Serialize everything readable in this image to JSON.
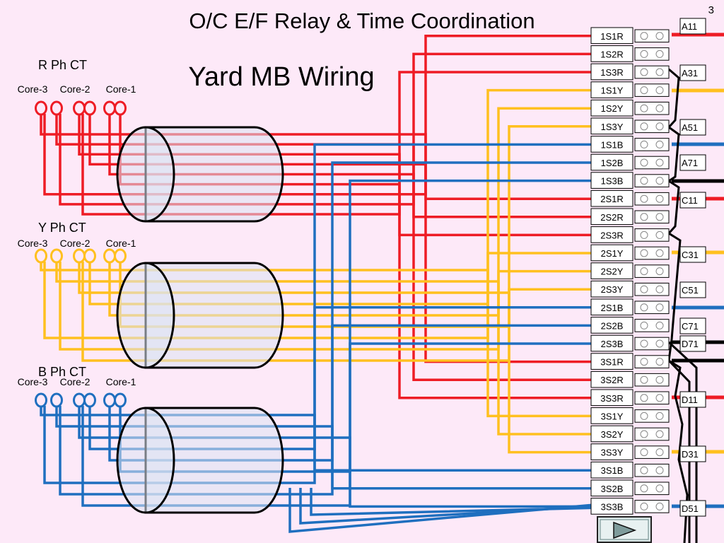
{
  "slide": {
    "title": "O/C E/F Relay & Time Coordination",
    "subtitle": "Yard MB Wiring",
    "page_number": "3"
  },
  "colors": {
    "background": "#fde9f8",
    "R": "#ee1c25",
    "Y": "#ffc01f",
    "B": "#1f6fbf",
    "N": "#000000",
    "cable_fill": "#dde3f3"
  },
  "ct_groups": [
    {
      "phase": "R",
      "label": "R Ph CT",
      "cores": [
        "Core-3",
        "Core-2",
        "Core-1"
      ]
    },
    {
      "phase": "Y",
      "label": "Y Ph CT",
      "cores": [
        "Core-3",
        "Core-2",
        "Core-1"
      ]
    },
    {
      "phase": "B",
      "label": "B Ph CT",
      "cores": [
        "Core-3",
        "Core-2",
        "Core-1"
      ]
    }
  ],
  "terminals": [
    "1S1R",
    "1S2R",
    "1S3R",
    "1S1Y",
    "1S2Y",
    "1S3Y",
    "1S1B",
    "1S2B",
    "1S3B",
    "2S1R",
    "2S2R",
    "2S3R",
    "2S1Y",
    "2S2Y",
    "2S3Y",
    "2S1B",
    "2S2B",
    "2S3B",
    "3S1R",
    "3S2R",
    "3S3R",
    "3S1Y",
    "3S2Y",
    "3S3Y",
    "3S1B",
    "3S2B",
    "3S3B"
  ],
  "relay_labels": [
    {
      "text": "A11",
      "phase": "R"
    },
    {
      "text": "A31",
      "phase": "Y"
    },
    {
      "text": "A51",
      "phase": "B"
    },
    {
      "text": "A71",
      "phase": "N"
    },
    {
      "text": "C11",
      "phase": "R"
    },
    {
      "text": "C31",
      "phase": "Y"
    },
    {
      "text": "C51",
      "phase": "B"
    },
    {
      "text": "C71",
      "phase": "N"
    },
    {
      "text": "D71",
      "phase": "N"
    },
    {
      "text": "D11",
      "phase": "R"
    },
    {
      "text": "D31",
      "phase": "Y"
    },
    {
      "text": "D51",
      "phase": "B"
    }
  ],
  "nav": {
    "next_icon": "play-triangle-icon"
  }
}
